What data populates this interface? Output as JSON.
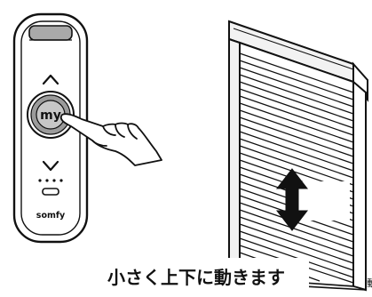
{
  "remote": {
    "my_button_label": "my",
    "brand_logo": "somfy",
    "up_arrow_icon": "chevron-up",
    "down_arrow_icon": "chevron-down"
  },
  "caption": "小さく上下に動きます",
  "edge_text": "動",
  "colors": {
    "ink": "#111111",
    "remote_body": "#ffffff",
    "remote_band": "#a9a9a9",
    "my_button_ring": "#9b9b9b",
    "my_button_face": "#c7c7c7",
    "shutter_slat": "#ffffff",
    "shutter_frame": "#f2f2f2",
    "double_arrow": "#111111"
  },
  "icons": [
    "hand-pointer",
    "double-vertical-arrow"
  ]
}
